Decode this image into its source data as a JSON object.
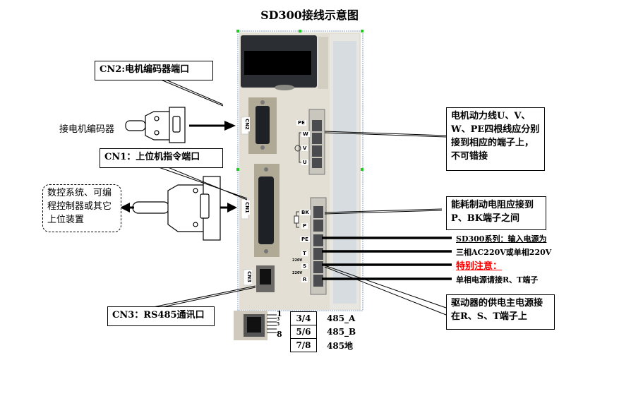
{
  "title": "SD300接线示意图",
  "device": {
    "ports": {
      "cn2_label": "CN2",
      "cn1_label": "CN1",
      "cn3_label": "CN3"
    },
    "terminals_top": [
      "PE",
      "W",
      "V",
      "U"
    ],
    "terminals_bottom": [
      "BK",
      "P",
      "PE",
      "T",
      "S",
      "R"
    ],
    "voltage_marks": [
      "220V",
      "220V"
    ]
  },
  "callouts": {
    "cn2": "CN2:电机编码器端口",
    "cn1": "CN1：上位机指令端口",
    "cn3": "CN3：RS485通讯口",
    "motor_power": "电机动力线U、V、W、PE四根线应分别接到相应的端子上，不可错接",
    "brake_resistor": "能耗制动电阻应接到P、BK端子之间",
    "main_power": "驱动器的供电主电源接在R、S、T端子上",
    "host_device": "数控系统、可编程控制器或其它上位装置"
  },
  "labels": {
    "encoder": "接电机编码器",
    "input_power_line1": "SD300系列：输入电源为",
    "input_power_line2": "三相AC220V或单相220V",
    "special_note": "特别注意：",
    "single_phase_note": "单相电源请接R、T端子"
  },
  "rs485": {
    "pin_numbers": [
      "1",
      "3",
      "5",
      "8"
    ],
    "table": [
      {
        "pins": "3/4",
        "signal": "485_A"
      },
      {
        "pins": "5/6",
        "signal": "485_B"
      },
      {
        "pins": "7/8",
        "signal": "485地"
      }
    ]
  },
  "colors": {
    "note_red": "#ff0000",
    "device_body": "#e3dfd5",
    "device_panel": "#2b2e33",
    "selection_handle": "#22cc22"
  }
}
